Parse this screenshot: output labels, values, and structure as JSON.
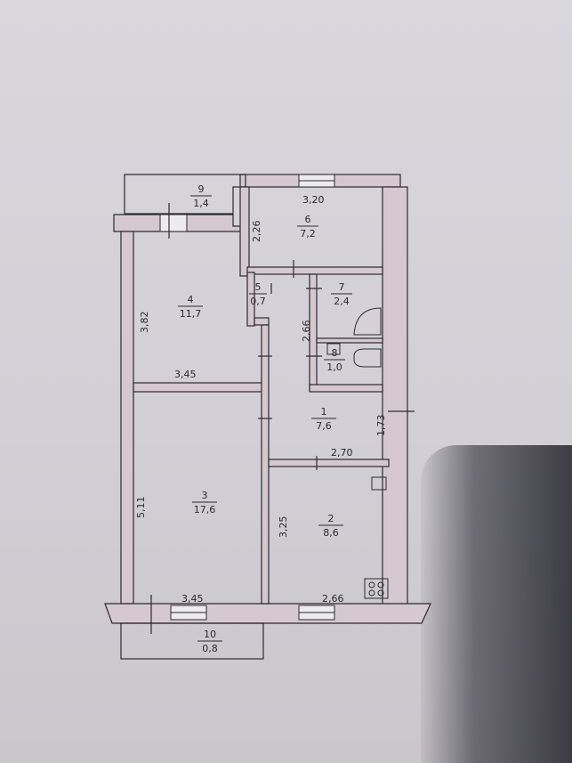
{
  "rooms": [
    {
      "id": "room-1",
      "number": "1",
      "area": "7,6"
    },
    {
      "id": "room-2",
      "number": "2",
      "area": "8,6"
    },
    {
      "id": "room-3",
      "number": "3",
      "area": "17,6"
    },
    {
      "id": "room-4",
      "number": "4",
      "area": "11,7"
    },
    {
      "id": "room-5",
      "number": "5",
      "area": "0,7"
    },
    {
      "id": "room-6",
      "number": "6",
      "area": "7,2"
    },
    {
      "id": "room-7",
      "number": "7",
      "area": "2,4"
    },
    {
      "id": "room-8",
      "number": "8",
      "area": "1,0"
    },
    {
      "id": "room-9",
      "number": "9",
      "area": "1,4"
    },
    {
      "id": "room-10",
      "number": "10",
      "area": "0,8"
    }
  ],
  "dimensions": {
    "room6_width": "3,20",
    "room6_height": "2,26",
    "room4_height": "3,82",
    "room4_width": "3,45",
    "wc_height": "2,66",
    "hall_height": "1,73",
    "kitchen_width_top": "2,70",
    "room3_height": "5,11",
    "kitchen_height": "3,25",
    "room3_width_bottom": "3,45",
    "kitchen_width_bottom": "2,66"
  }
}
